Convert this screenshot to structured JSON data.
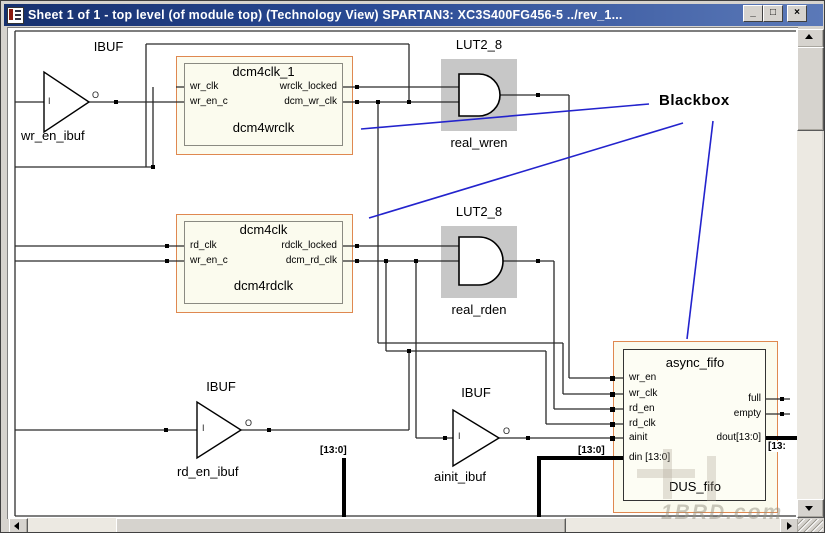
{
  "window": {
    "title": "Sheet 1 of 1 - top level (of module top) (Technology View) SPARTAN3: XC3S400FG456-5  ../rev_1...",
    "controls": {
      "minimize": "_",
      "maximize": "□",
      "close": "×"
    }
  },
  "canvas": {
    "annotation": {
      "label": "Blackbox"
    },
    "watermark": "1BRD.com",
    "components": {
      "ibuf_wr": {
        "type_label": "IBUF",
        "instance": "wr_en_ibuf",
        "in_pin": "I",
        "out_pin": "O"
      },
      "ibuf_rd": {
        "type_label": "IBUF",
        "instance": "rd_en_ibuf",
        "in_pin": "I",
        "out_pin": "O"
      },
      "ibuf_ainit": {
        "type_label": "IBUF",
        "instance": "ainit_ibuf",
        "in_pin": "I",
        "out_pin": "O"
      },
      "dcm_wr": {
        "title": "dcm4clk_1",
        "instance": "dcm4wrclk",
        "left_ports": [
          "wr_clk",
          "wr_en_c"
        ],
        "right_ports": [
          "wrclk_locked",
          "dcm_wr_clk"
        ]
      },
      "dcm_rd": {
        "title": "dcm4clk",
        "instance": "dcm4rdclk",
        "left_ports": [
          "rd_clk",
          "wr_en_c"
        ],
        "right_ports": [
          "rdclk_locked",
          "dcm_rd_clk"
        ]
      },
      "lut_wr": {
        "type_label": "LUT2_8",
        "instance": "real_wren"
      },
      "lut_rd": {
        "type_label": "LUT2_8",
        "instance": "real_rden"
      },
      "fifo": {
        "title": "async_fifo",
        "instance": "DUS_fifo",
        "left_ports": [
          "wr_en",
          "wr_clk",
          "rd_en",
          "rd_clk",
          "ainit",
          "din [13:0]"
        ],
        "right_ports": [
          "full",
          "empty",
          "dout[13:0]"
        ]
      }
    },
    "bus_labels": {
      "din_left": "[13:0]",
      "din_right": "[13:0]",
      "dout": "[13:"
    }
  },
  "colors": {
    "accent_orange": "#df8850",
    "annotation_blue": "#2323cd",
    "block_fill": "#fbfbee",
    "lut_fill": "#c7c7c7",
    "titlebar_start": "#16306e",
    "titlebar_end": "#5b79b8"
  }
}
